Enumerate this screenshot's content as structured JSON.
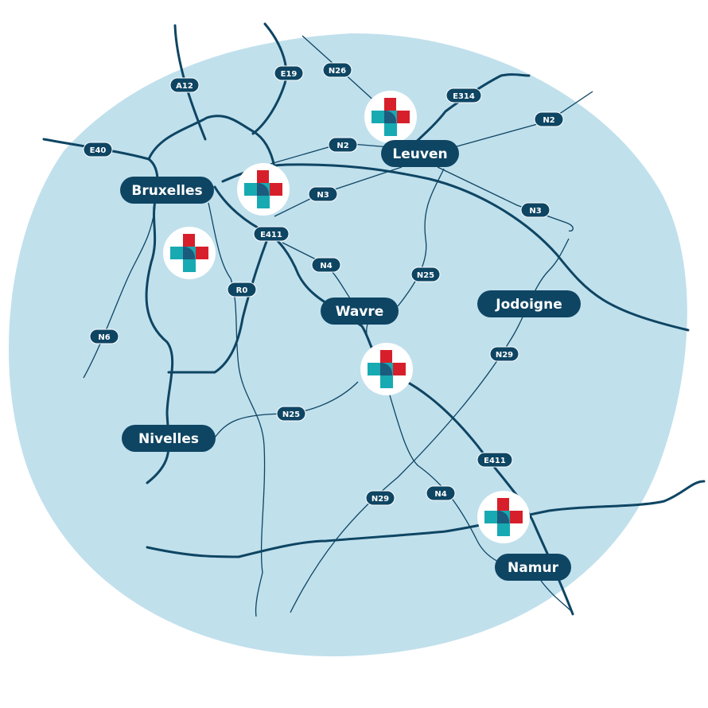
{
  "colors": {
    "area": "#c0e0ec",
    "road": "#0e4563",
    "cross_red": "#d71f2b",
    "cross_teal": "#18aab2",
    "cross_overlap": "#1b5b7e"
  },
  "cities": [
    "Bruxelles",
    "Leuven",
    "Wavre",
    "Jodoigne",
    "Nivelles",
    "Namur"
  ],
  "road_labels": [
    "A12",
    "E19",
    "N26",
    "E314",
    "N2",
    "N2",
    "E40",
    "N3",
    "N3",
    "E411",
    "N4",
    "N25",
    "R0",
    "N6",
    "N29",
    "N25",
    "E411",
    "N29",
    "N4"
  ],
  "hospitals": [
    "hospital-icon",
    "hospital-icon",
    "hospital-icon",
    "hospital-icon",
    "hospital-icon"
  ]
}
